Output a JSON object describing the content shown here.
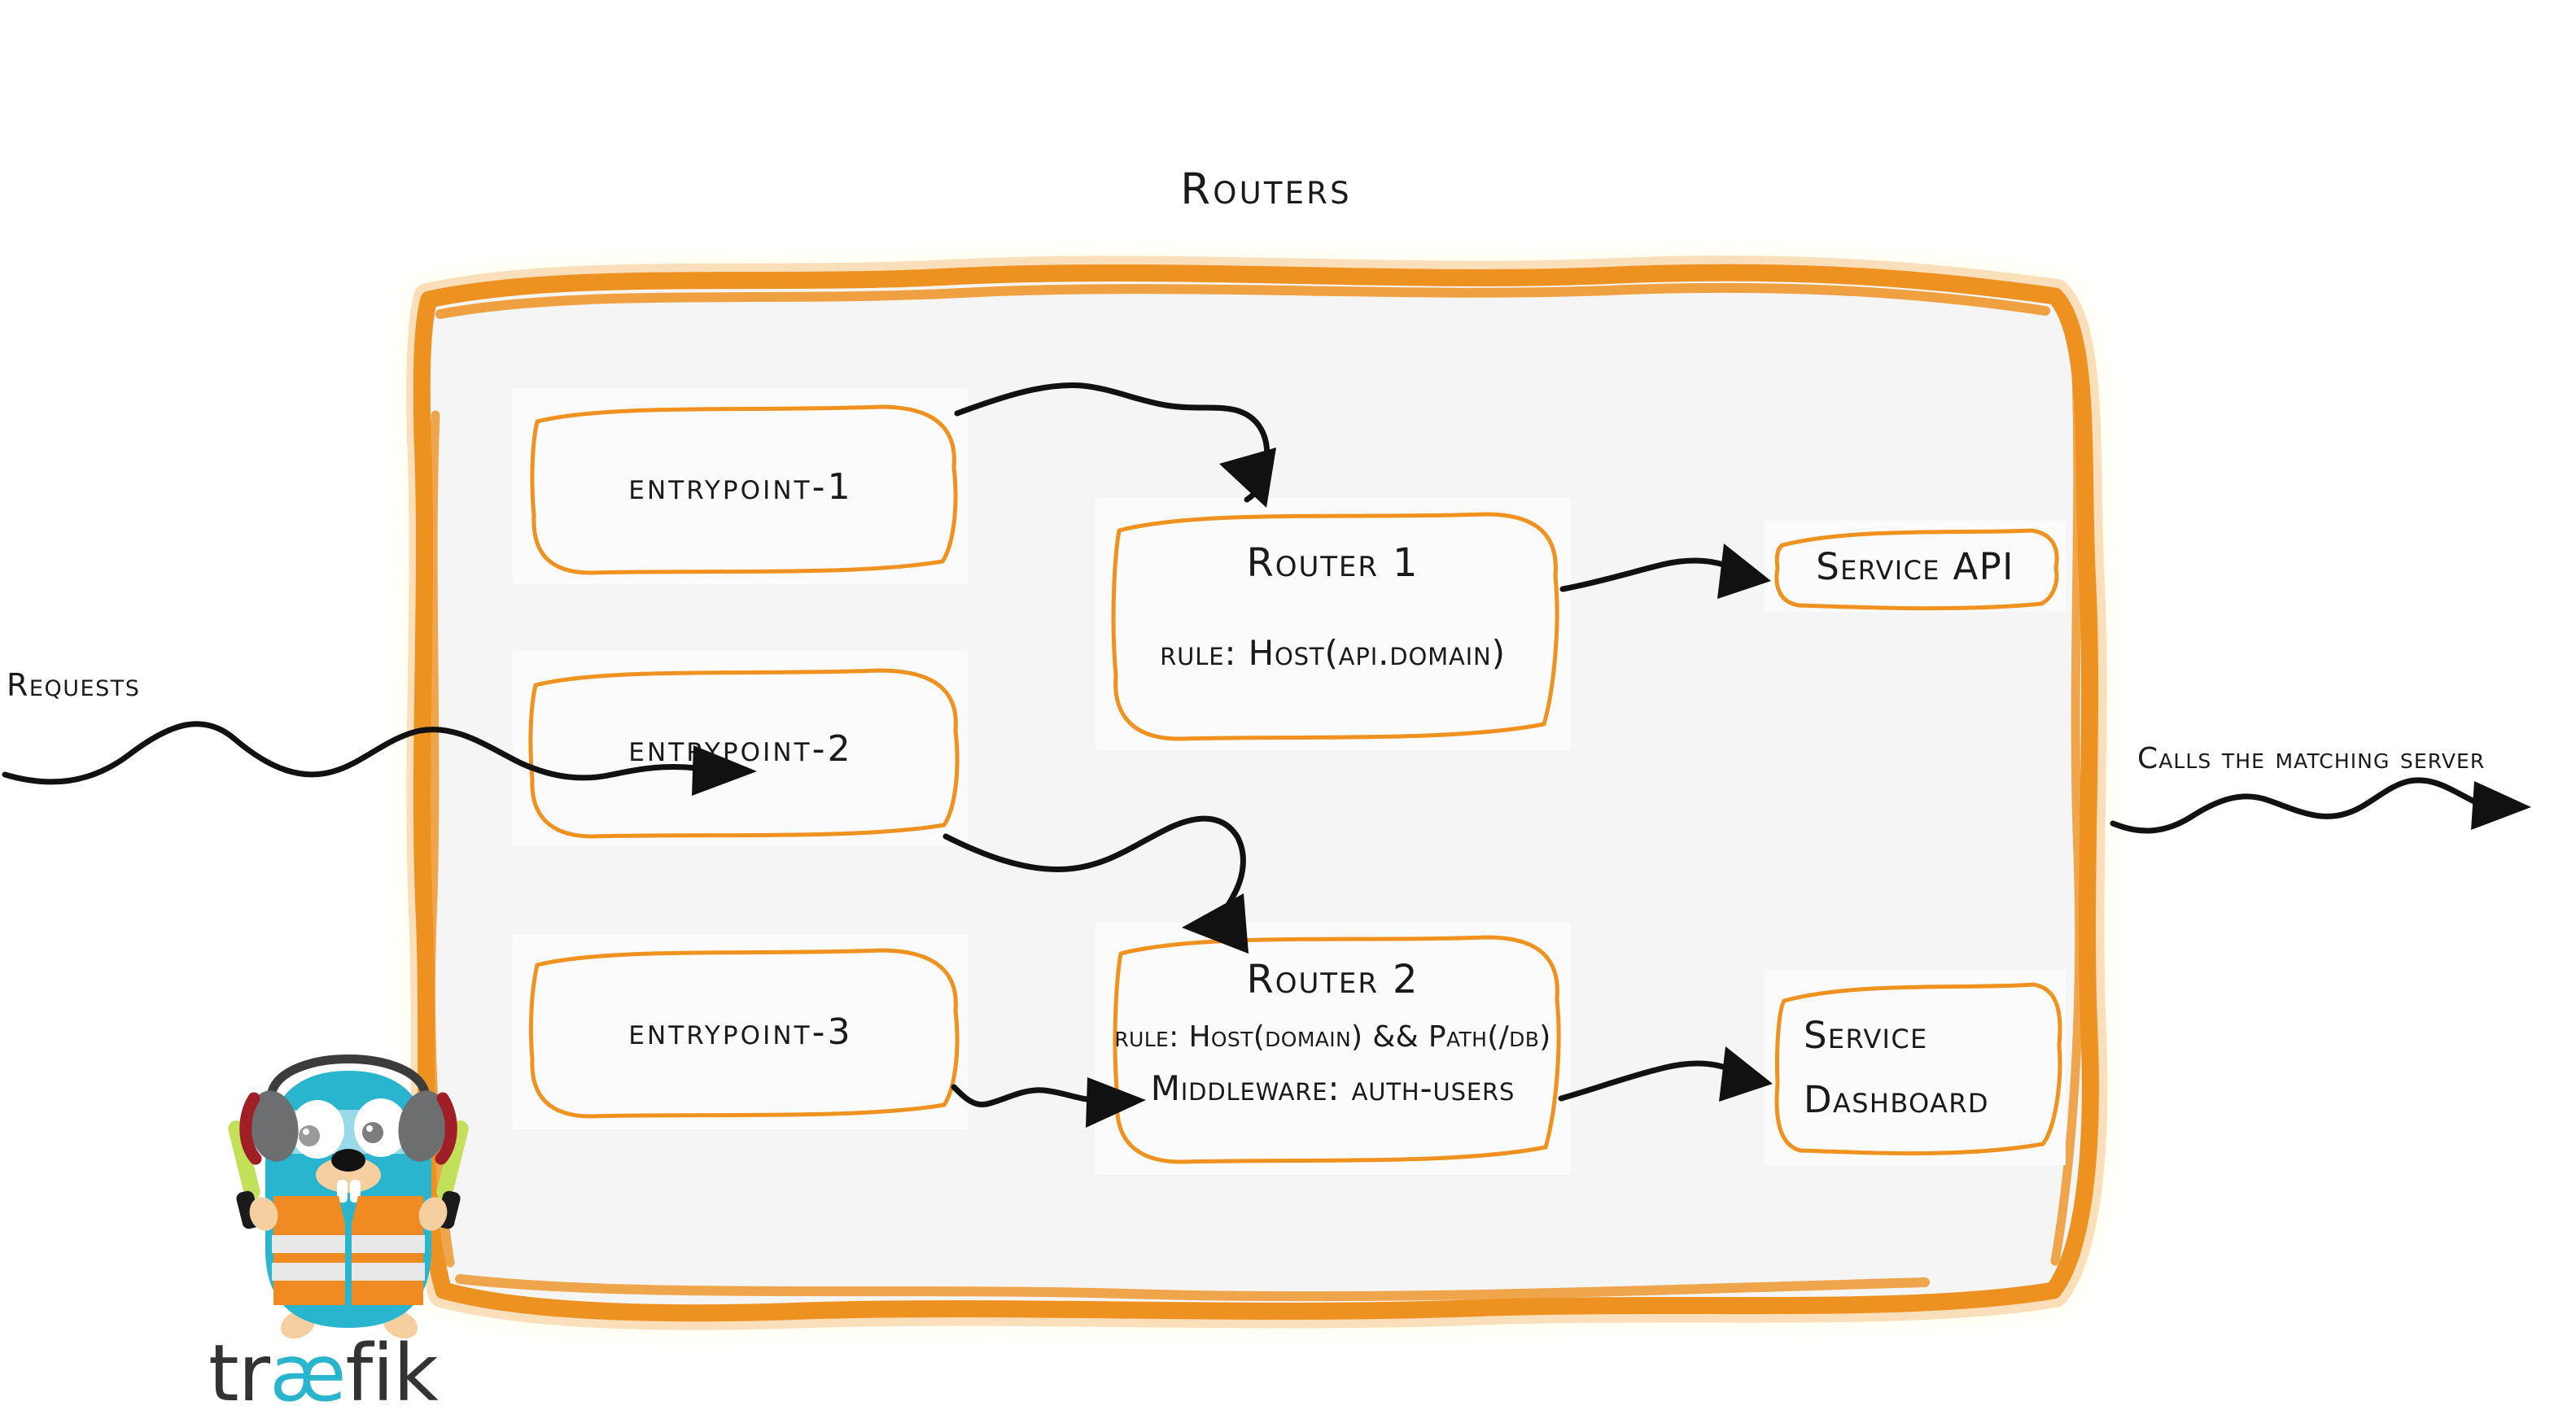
{
  "title": "Routers",
  "colors": {
    "brand_orange": "#ed9121",
    "box_border_orange": "#f0921f",
    "container_fill": "#f5f5f5",
    "box_fill": "#fbfbfb",
    "ink_black": "#1a1a1a",
    "gopher_body": "#29b5cd",
    "gopher_vest": "#ef8b22",
    "gopher_vest_stripe": "#e8e8e8",
    "gopher_muzzle": "#f5cfa0",
    "headphone_grey": "#6d6e70",
    "headphone_red": "#a01e26",
    "wand_green": "#c3e05a",
    "wordmark_dark": "#333333",
    "wordmark_cyan": "#29b5cd"
  },
  "entrypoints": [
    {
      "label": "entrypoint-1"
    },
    {
      "label": "entrypoint-2"
    },
    {
      "label": "entrypoint-3"
    }
  ],
  "routers": [
    {
      "name": "Router 1",
      "rule_prefix": "rule:",
      "rule_value": "Host(api.domain)",
      "rule_line": "rule: Host(api.domain)"
    },
    {
      "name": "Router 2",
      "rule_prefix": "rule:",
      "rule_value": "Host(domain) && Path(/db)",
      "rule_line": "rule: Host(domain) && Path(/db)",
      "middleware_prefix": "Middleware:",
      "middleware_value": "auth-users",
      "middleware_line": "Middleware: auth-users"
    }
  ],
  "services": [
    {
      "lines": [
        "Service API"
      ]
    },
    {
      "lines": [
        "Service",
        "Dashboard"
      ]
    }
  ],
  "side_labels": {
    "requests": "Requests",
    "calls": "Calls the matching server"
  },
  "logo": {
    "wordmark_part1": "tr",
    "wordmark_part2": "æ",
    "wordmark_part3": "fik",
    "wordmark_full": "træfik"
  }
}
